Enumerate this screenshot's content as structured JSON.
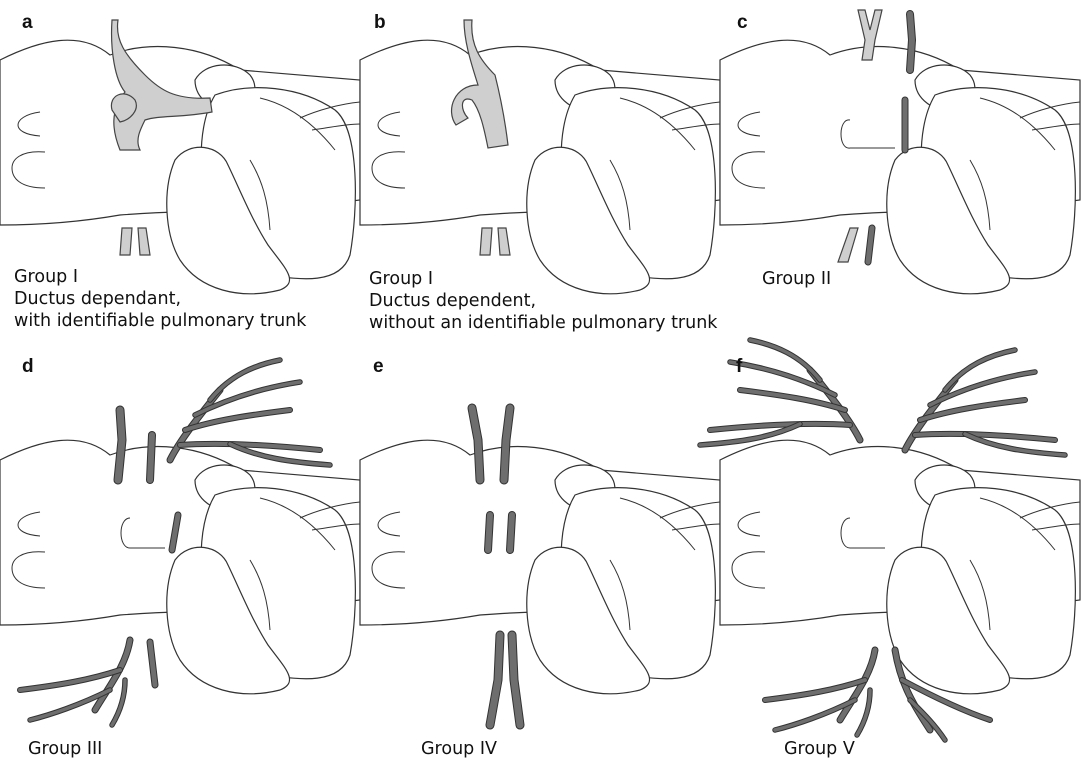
{
  "panels": [
    {
      "letter": "a",
      "lines": [
        "Group I",
        "Ductus dependant,",
        "with identifiable pulmonary trunk"
      ]
    },
    {
      "letter": "b",
      "lines": [
        "Group I",
        "Ductus dependent,",
        "without an identifiable pulmonary trunk"
      ]
    },
    {
      "letter": "c",
      "lines": [
        "Group II"
      ]
    },
    {
      "letter": "d",
      "lines": [
        "Group III"
      ]
    },
    {
      "letter": "e",
      "lines": [
        "Group IV"
      ]
    },
    {
      "letter": "f",
      "lines": [
        "Group V"
      ]
    }
  ]
}
